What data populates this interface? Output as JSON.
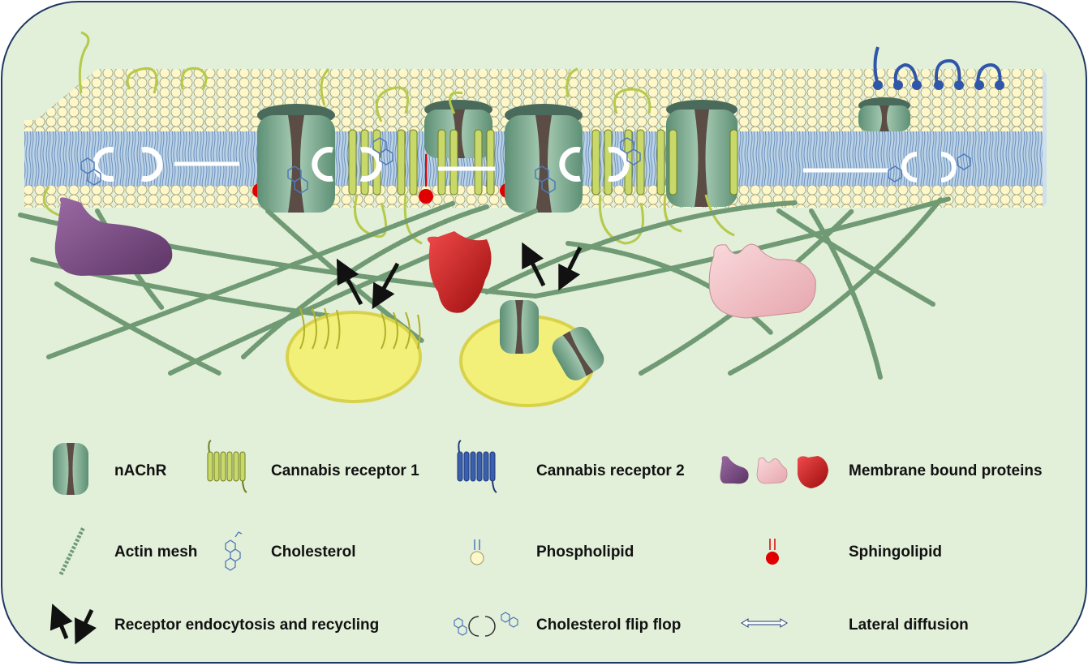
{
  "legend": {
    "nachr": "nAChR",
    "cb1": "Cannabis receptor 1",
    "cb2": "Cannabis receptor 2",
    "membrane_proteins": "Membrane bound proteins",
    "actin": "Actin mesh",
    "cholesterol": "Cholesterol",
    "phospholipid": "Phospholipid",
    "sphingolipid": "Sphingolipid",
    "endocytosis": "Receptor endocytosis and recycling",
    "flipflop": "Cholesterol flip flop",
    "lateral": "Lateral diffusion"
  },
  "colors": {
    "background": "#e2efd9",
    "border": "#1f3864",
    "lipid_head": "#fdf7c9",
    "sphingolipid": "#e00000",
    "nachr": "#7fae93",
    "cb1": "#c8d96a",
    "cb2": "#3a5fb0",
    "actin": "#6f9a74",
    "vesicle": "#f3f07a",
    "protein_purple": "#7f5188",
    "protein_pink": "#f2c1c7",
    "protein_red": "#cf1515"
  },
  "icons": {
    "nachr": "nachr-channel-icon",
    "cb1": "cb1-receptor-icon",
    "cb2": "cb2-receptor-icon",
    "proteins": "membrane-protein-icons",
    "actin": "actin-filament-icon",
    "cholesterol": "cholesterol-molecule-icon",
    "phospholipid": "phospholipid-icon",
    "sphingolipid": "sphingolipid-icon",
    "endocytosis": "endocytosis-arrows-icon",
    "flipflop": "flip-flop-icon",
    "lateral": "double-arrow-icon"
  }
}
